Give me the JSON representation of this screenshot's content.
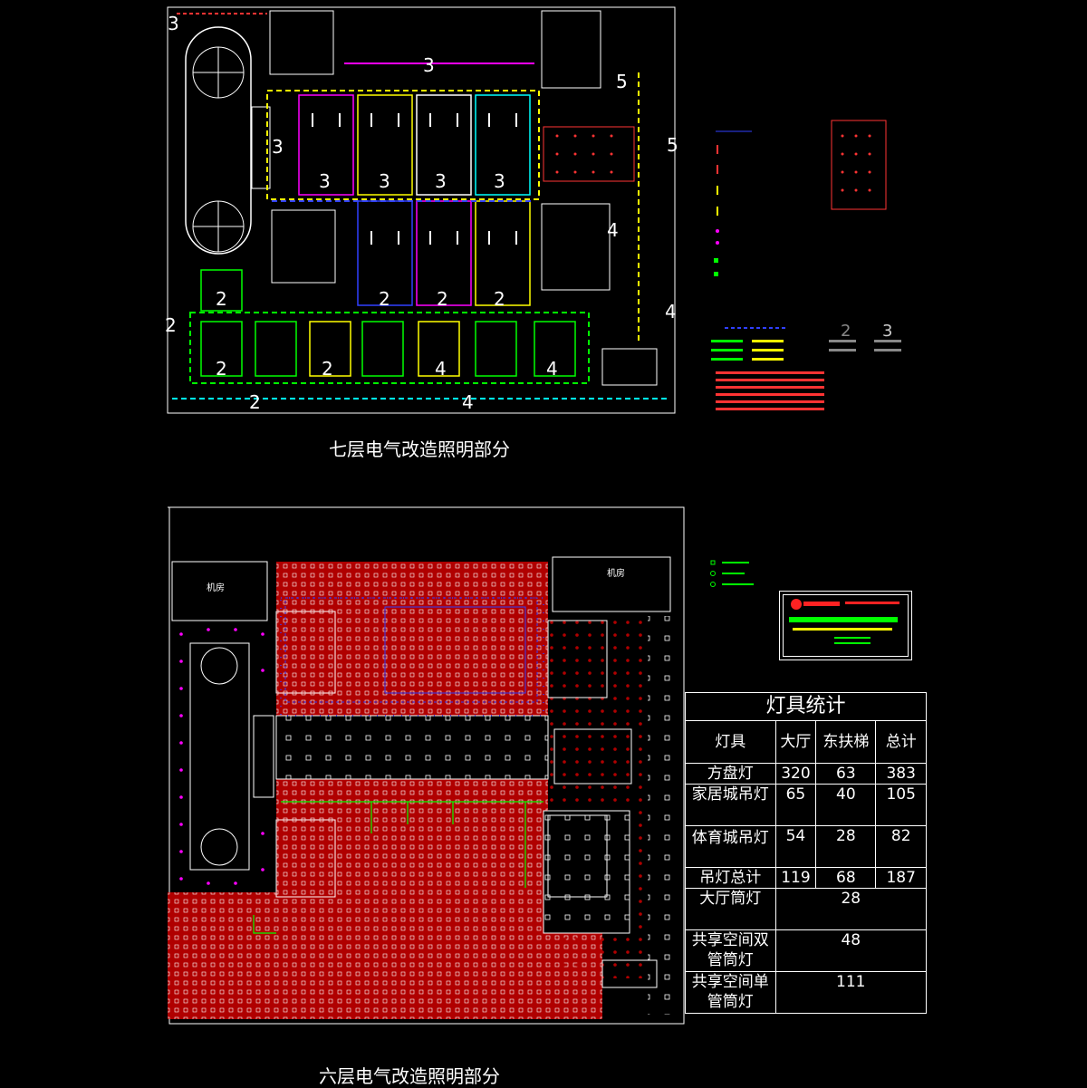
{
  "drawings": {
    "upper_title": "七层电气改造照明部分",
    "lower_title": "六层电气改造照明部分"
  },
  "zone_labels": {
    "upper": [
      "3",
      "3",
      "3",
      "3",
      "3",
      "3",
      "3",
      "5",
      "5",
      "4",
      "4",
      "2",
      "2",
      "2",
      "2",
      "2",
      "2",
      "2",
      "4",
      "4",
      "2",
      "4"
    ],
    "lower_rooms": [
      "机房",
      "机房"
    ]
  },
  "table": {
    "title": "灯具统计",
    "headers": [
      "灯具",
      "大厅",
      "东扶梯",
      "总计"
    ],
    "rows": [
      {
        "name": "方盘灯",
        "hall": "320",
        "east": "63",
        "total": "383"
      },
      {
        "name": "家居城吊灯",
        "hall": "65",
        "east": "40",
        "total": "105"
      },
      {
        "name": "体育城吊灯",
        "hall": "54",
        "east": "28",
        "total": "82"
      },
      {
        "name": "吊灯总计",
        "hall": "119",
        "east": "68",
        "total": "187"
      }
    ],
    "merged_rows": [
      {
        "name": "大厅筒灯",
        "value": "28"
      },
      {
        "name": "共享空间双管筒灯",
        "value": "48"
      },
      {
        "name": "共享空间单管筒灯",
        "value": "111"
      }
    ]
  },
  "legend_numbers": [
    "2",
    "3"
  ],
  "colors": {
    "red_grid": "#b00000",
    "wall": "#ffffff",
    "green": "#00ff00",
    "yellow": "#ffff00",
    "magenta": "#ff00ff",
    "blue": "#3040ff",
    "cyan": "#00ffff"
  }
}
